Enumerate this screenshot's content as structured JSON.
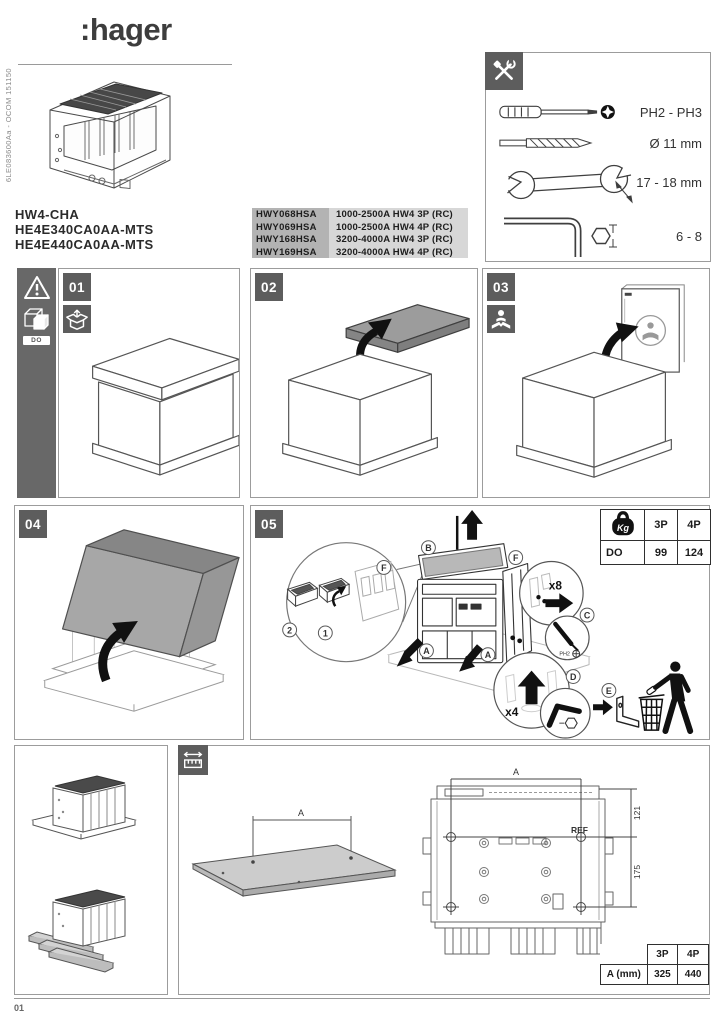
{
  "page": {
    "brand": ":hager",
    "doc_ref": "6LE083600Aa - OCOM 151150",
    "page_number": "01"
  },
  "product": {
    "models": [
      "HW4-CHA",
      "HE4E340CA0AA-MTS",
      "HE4E440CA0AA-MTS"
    ],
    "references": [
      {
        "code": "HWY068HSA",
        "desc": "1000-2500A HW4 3P (RC)"
      },
      {
        "code": "HWY069HSA",
        "desc": "1000-2500A HW4 4P (RC)"
      },
      {
        "code": "HWY168HSA",
        "desc": "3200-4000A HW4 3P (RC)"
      },
      {
        "code": "HWY169HSA",
        "desc": "3200-4000A HW4 4P (RC)"
      }
    ]
  },
  "tools_panel": {
    "items": [
      {
        "name": "phillips-screwdriver",
        "label": "PH2 - PH3"
      },
      {
        "name": "drill-bit",
        "label": "Ø 11 mm"
      },
      {
        "name": "open-end-wrench",
        "label": "17 - 18 mm"
      },
      {
        "name": "allen-key",
        "label": "6 - 8"
      }
    ]
  },
  "steps": {
    "s01": "01",
    "s02": "02",
    "s03": "03",
    "s04": "04",
    "s05": "05"
  },
  "sidebar": {
    "do_label": "DO"
  },
  "step05": {
    "part1": "1",
    "part2": "2",
    "callout_a": "A",
    "callout_b": "B",
    "callout_c": "C",
    "callout_d": "D",
    "callout_e": "E",
    "callout_f": "F",
    "x8": "x8",
    "x4": "x4",
    "ph_label": "PH2"
  },
  "weight_table": {
    "unit": "Kg",
    "col_3p": "3P",
    "col_4p": "4P",
    "row_label": "DO",
    "val_3p": "99",
    "val_4p": "124"
  },
  "dimensions": {
    "plate_label": "A",
    "drawing_width": "A",
    "ref_label": "REF",
    "dim_top": "121",
    "dim_bottom": "175",
    "table": {
      "col_3p": "3P",
      "col_4p": "4P",
      "row_label": "A (mm)",
      "val_3p": "325",
      "val_4p": "440"
    }
  }
}
